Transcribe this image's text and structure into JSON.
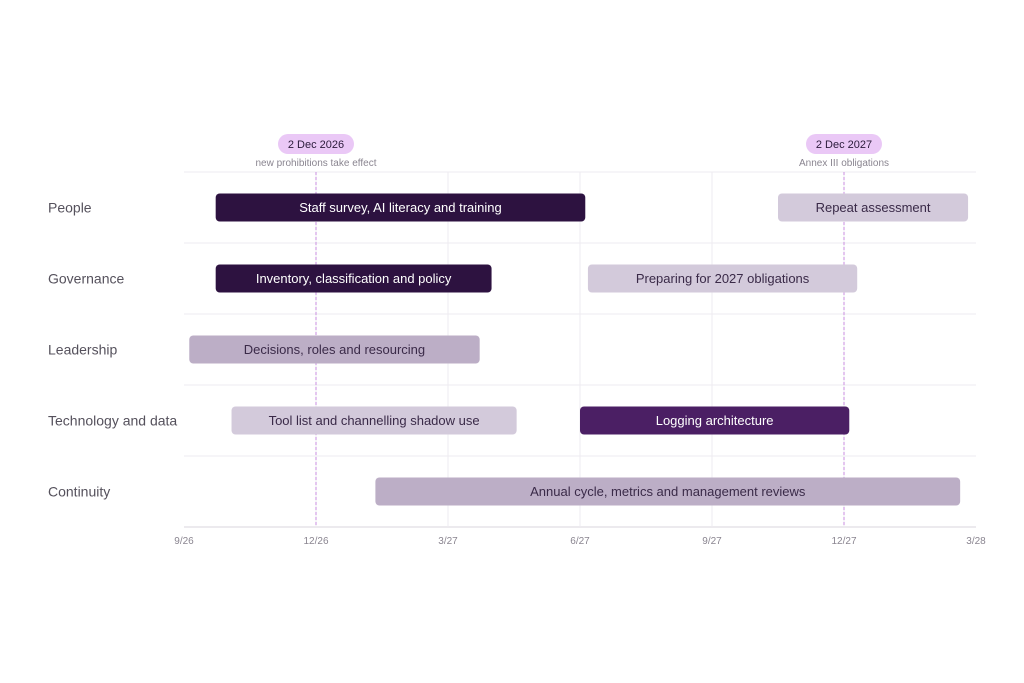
{
  "chart_data": {
    "type": "gantt",
    "x_axis": {
      "ticks": [
        "9/26",
        "12/26",
        "3/27",
        "6/27",
        "9/27",
        "12/27",
        "3/28"
      ],
      "range": [
        "9/26",
        "3/28"
      ]
    },
    "rows": [
      "People",
      "Governance",
      "Leadership",
      "Technology and data",
      "Continuity"
    ],
    "tasks": [
      {
        "row": 0,
        "label": "Staff survey, AI literacy and training",
        "start": 0.24,
        "end": 3.04,
        "style": "dark"
      },
      {
        "row": 0,
        "label": "Repeat assessment",
        "start": 4.5,
        "end": 5.94,
        "style": "pale"
      },
      {
        "row": 1,
        "label": "Inventory, classification and policy",
        "start": 0.24,
        "end": 2.33,
        "style": "dark"
      },
      {
        "row": 1,
        "label": "Preparing for 2027 obligations",
        "start": 3.06,
        "end": 5.1,
        "style": "pale"
      },
      {
        "row": 2,
        "label": "Decisions, roles and resourcing",
        "start": 0.04,
        "end": 2.24,
        "style": "medium"
      },
      {
        "row": 3,
        "label": "Tool list and channelling shadow use",
        "start": 0.36,
        "end": 2.52,
        "style": "pale"
      },
      {
        "row": 3,
        "label": "Logging architecture",
        "start": 3.0,
        "end": 5.04,
        "style": "purple"
      },
      {
        "row": 4,
        "label": "Annual cycle, metrics and management reviews",
        "start": 1.45,
        "end": 5.88,
        "style": "medium"
      }
    ],
    "milestones": [
      {
        "date": "2 Dec 2026",
        "note": "new prohibitions take effect",
        "at": 1.0
      },
      {
        "date": "2 Dec 2027",
        "note": "Annex III obligations",
        "at": 5.0
      }
    ],
    "grid": true,
    "legend": "none"
  },
  "colors": {
    "dark": "#2d1240",
    "purple": "#4b1f64",
    "medium": "#bcaec6",
    "pale": "#d3cadb",
    "milestone_pill": "#eac8f6",
    "milestone_line": "#c98ee0",
    "grid": "#eeebf0",
    "axis": "#d9d5dc",
    "text_on_dark": "#ffffff",
    "text_on_light": "#3a2a48"
  }
}
